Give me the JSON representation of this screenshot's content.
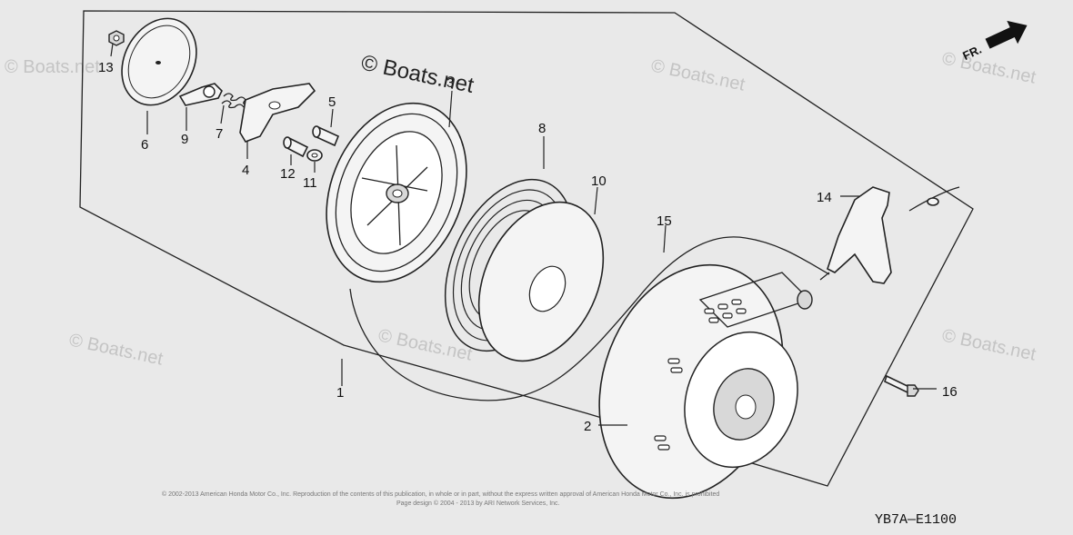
{
  "watermark_main": "© Boats.net",
  "watermark_faint": "© Boats.net",
  "fr_label": "FR.",
  "diagram_code": "YB7A—E1100",
  "copyright_line1": "© 2002-2013 American Honda Motor Co., Inc. Reproduction of the contents of this publication, in whole or in part, without the express written approval of American Honda Motor Co., Inc. is prohibited",
  "copyright_line2": "Page design © 2004 - 2013 by ARI Network Services, Inc.",
  "callouts": [
    {
      "id": "1",
      "text": "1"
    },
    {
      "id": "2",
      "text": "2"
    },
    {
      "id": "3",
      "text": "3"
    },
    {
      "id": "4",
      "text": "4"
    },
    {
      "id": "5",
      "text": "5"
    },
    {
      "id": "6",
      "text": "6"
    },
    {
      "id": "7",
      "text": "7"
    },
    {
      "id": "8",
      "text": "8"
    },
    {
      "id": "9",
      "text": "9"
    },
    {
      "id": "10",
      "text": "10"
    },
    {
      "id": "11",
      "text": "11"
    },
    {
      "id": "12",
      "text": "12"
    },
    {
      "id": "13",
      "text": "13"
    },
    {
      "id": "14",
      "text": "14"
    },
    {
      "id": "15",
      "text": "15"
    },
    {
      "id": "16",
      "text": "16"
    }
  ]
}
